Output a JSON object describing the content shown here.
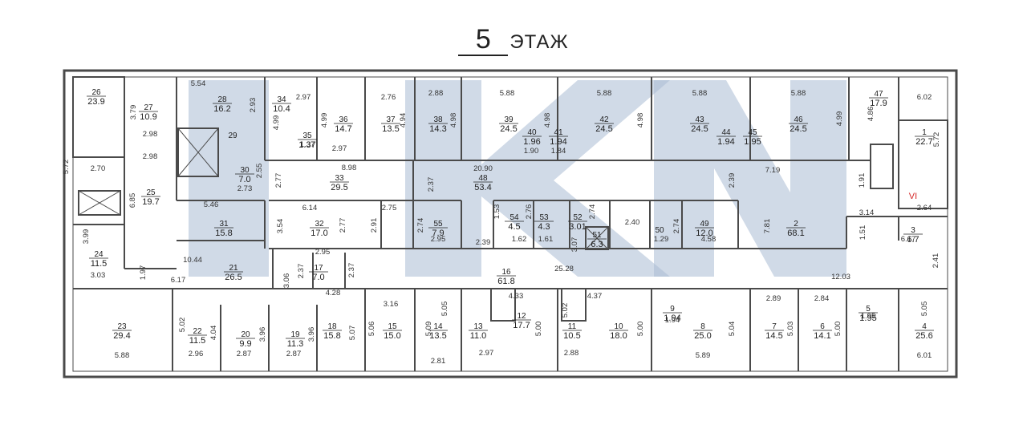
{
  "title": {
    "number": "5",
    "word": "ЭТАЖ"
  },
  "watermark": {
    "text": "IKN",
    "color": "#a9bcd4"
  },
  "marker": {
    "text": "VI",
    "color": "#d62828"
  },
  "rooms": [
    {
      "num": "26",
      "area": "23.9"
    },
    {
      "num": "27",
      "area": "10.9"
    },
    {
      "num": "28",
      "area": "16.2"
    },
    {
      "num": "29",
      "area": ""
    },
    {
      "num": "34",
      "area": "10.4"
    },
    {
      "num": "35",
      "area": "1.37"
    },
    {
      "num": "36",
      "area": "14.7"
    },
    {
      "num": "37",
      "area": "13.5"
    },
    {
      "num": "38",
      "area": "14.3"
    },
    {
      "num": "39",
      "area": "24.5"
    },
    {
      "num": "40",
      "area": "1.96"
    },
    {
      "num": "41",
      "area": "1.94"
    },
    {
      "num": "42",
      "area": "24.5"
    },
    {
      "num": "43",
      "area": "24.5"
    },
    {
      "num": "44",
      "area": "1.94"
    },
    {
      "num": "45",
      "area": "1.95"
    },
    {
      "num": "46",
      "area": "24.5"
    },
    {
      "num": "47",
      "area": "17.9"
    },
    {
      "num": "1",
      "area": "22.7"
    },
    {
      "num": "30",
      "area": "7.0"
    },
    {
      "num": "33",
      "area": "29.5"
    },
    {
      "num": "48",
      "area": "53.4"
    },
    {
      "num": "25",
      "area": "19.7"
    },
    {
      "num": "31",
      "area": "15.8"
    },
    {
      "num": "32",
      "area": "17.0"
    },
    {
      "num": "55",
      "area": "7.9"
    },
    {
      "num": "54",
      "area": "4.5"
    },
    {
      "num": "53",
      "area": "4.3"
    },
    {
      "num": "52",
      "area": "3.01"
    },
    {
      "num": "51",
      "area": "6.3"
    },
    {
      "num": "50",
      "area": ""
    },
    {
      "num": "49",
      "area": "12.0"
    },
    {
      "num": "2",
      "area": "68.1"
    },
    {
      "num": "3",
      "area": "6.7"
    },
    {
      "num": "24",
      "area": "11.5"
    },
    {
      "num": "21",
      "area": "26.5"
    },
    {
      "num": "17",
      "area": "7.0"
    },
    {
      "num": "16",
      "area": "61.8"
    },
    {
      "num": "23",
      "area": "29.4"
    },
    {
      "num": "22",
      "area": "11.5"
    },
    {
      "num": "20",
      "area": "9.9"
    },
    {
      "num": "19",
      "area": "11.3"
    },
    {
      "num": "18",
      "area": "15.8"
    },
    {
      "num": "15",
      "area": "15.0"
    },
    {
      "num": "14",
      "area": "13.5"
    },
    {
      "num": "13",
      "area": "11.0"
    },
    {
      "num": "12",
      "area": "17.7"
    },
    {
      "num": "11",
      "area": "10.5"
    },
    {
      "num": "10",
      "area": "18.0"
    },
    {
      "num": "9",
      "area": "1.94"
    },
    {
      "num": "8",
      "area": "25.0"
    },
    {
      "num": "7",
      "area": "14.5"
    },
    {
      "num": "6",
      "area": "14.1"
    },
    {
      "num": "5",
      "area": "1.95"
    },
    {
      "num": "4",
      "area": "25.6"
    }
  ],
  "dimensions": [
    "5.54",
    "2.93",
    "2.97",
    "2.76",
    "2.88",
    "5.88",
    "5.88",
    "5.88",
    "5.88",
    "6.02",
    "3.79",
    "4.99",
    "4.99",
    "4.94",
    "4.98",
    "4.98",
    "4.98",
    "4.99",
    "4.86",
    "5.72",
    "2.98",
    "2.97",
    "2.98",
    "5.72",
    "2.70",
    "2.55",
    "8.98",
    "20.90",
    "7.19",
    "2.77",
    "2.73",
    "2.37",
    "2.39",
    "1.91",
    "6.85",
    "5.46",
    "6.14",
    "2.77",
    "2.91",
    "2.75",
    "2.74",
    "2.95",
    "1.53",
    "2.76",
    "2.74",
    "2.40",
    "2.74",
    "4.58",
    "7.81",
    "3.14",
    "2.64",
    "3.99",
    "3.54",
    "1.62",
    "1.61",
    "3.07",
    "1.29",
    "1.51",
    "6.17",
    "2.39",
    "10.44",
    "1.97",
    "3.03",
    "6.17",
    "2.95",
    "3.06",
    "2.37",
    "2.37",
    "25.28",
    "2.41",
    "4.28",
    "3.16",
    "4.33",
    "4.37",
    "12.03",
    "2.89",
    "2.84",
    "5.02",
    "4.04",
    "3.96",
    "3.96",
    "5.07",
    "5.06",
    "5.09",
    "5.05",
    "5.02",
    "5.00",
    "5.00",
    "5.04",
    "5.03",
    "5.00",
    "5.05",
    "5.88",
    "2.96",
    "2.87",
    "2.87",
    "2.81",
    "2.97",
    "2.88",
    "5.89",
    "6.01",
    "1.94",
    "1.95",
    "1.90",
    "1.84",
    "1.37"
  ]
}
